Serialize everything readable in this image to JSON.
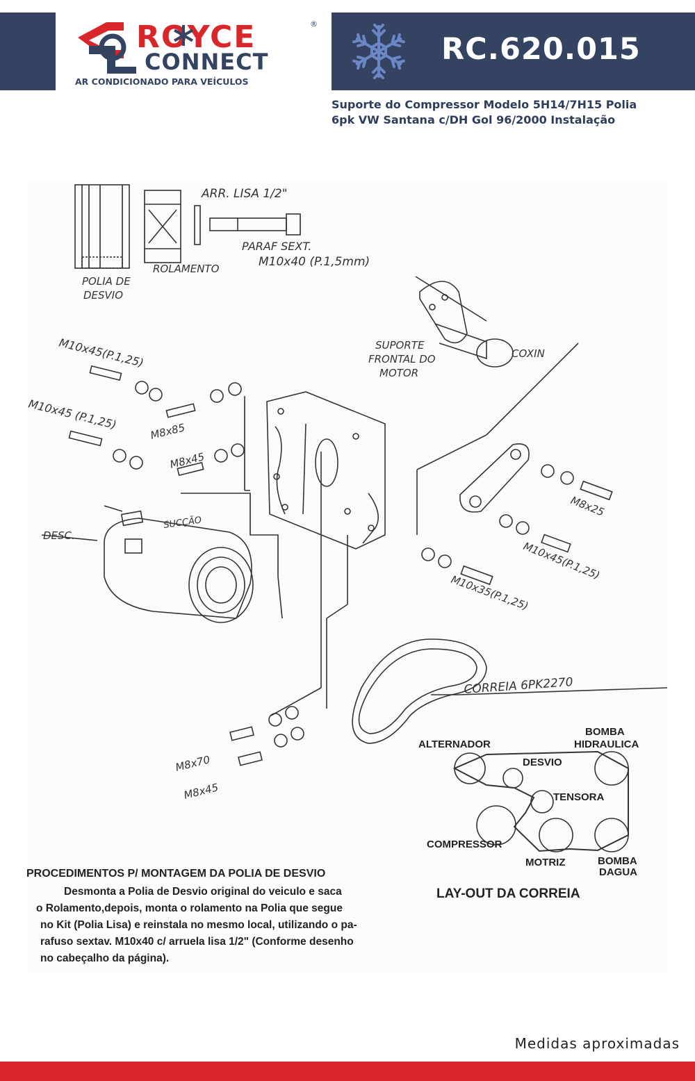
{
  "header": {
    "brand_line1": "ROYCE",
    "brand_line2": "CONNECT",
    "brand_tagline": "AR CONDICIONADO PARA VEÍCULOS",
    "registered_mark": "®",
    "product_code": "RC.620.015",
    "subtitle_line1": "Suporte do Compressor Modelo 5H14/7H15 Polia",
    "subtitle_line2": "6pk VW Santana c/DH Gol 96/2000 Instalação"
  },
  "diagram": {
    "labels": {
      "arr_lisa": "ARR. LISA 1/2\"",
      "paraf_sext": "PARAF SEXT.",
      "m10x40": "M10x40 (P.1,5mm)",
      "rolamento": "ROLAMENTO",
      "polia_de": "POLIA DE",
      "desvio_hw": "DESVIO",
      "suporte": "SUPORTE",
      "frontal_do": "FRONTAL DO",
      "motor": "MOTOR",
      "coxin": "COXIN",
      "m10x45_a": "M10x45(P.1,25)",
      "m8x85": "M8x85",
      "m10x45_b": "M10x45 (P.1,25)",
      "m8x45_a": "M8x45",
      "m8x25": "M8x25",
      "m10x45_c": "M10x45(P.1,25)",
      "m10x35": "M10x35(P.1,25)",
      "succao": "SUCÇÃO",
      "desc": "DESC.",
      "correia": "CORREIA 6PK2270",
      "m8x70": "M8x70",
      "m8x45_b": "M8x45"
    },
    "layout": {
      "alternador": "ALTERNADOR",
      "bomba": "BOMBA",
      "hidraulica": "HIDRAULICA",
      "desvio": "DESVIO",
      "tensora": "TENSORA",
      "compressor": "COMPRESSOR",
      "motriz": "MOTRIZ",
      "bomba2": "BOMBA",
      "dagua": "DAGUA",
      "title": "LAY-OUT DA CORREIA"
    },
    "procedure": {
      "title": "PROCEDIMENTOS P/ MONTAGEM DA POLIA DE DESVIO",
      "line1": "Desmonta a Polia de Desvio original do veiculo e saca",
      "line2": "o Rolamento,depois, monta o rolamento na Polia que segue",
      "line3": "no Kit (Polia Lisa) e reinstala no mesmo local, utilizando o pa-",
      "line4": "rafuso sextav. M10x40 c/ arruela lisa 1/2\" (Conforme desenho",
      "line5": "no cabeçalho da página)."
    }
  },
  "footer": {
    "note": "Medidas aproximadas"
  },
  "colors": {
    "navy": "#354363",
    "red": "#d8262b",
    "snowflake": "#6b88c6"
  }
}
